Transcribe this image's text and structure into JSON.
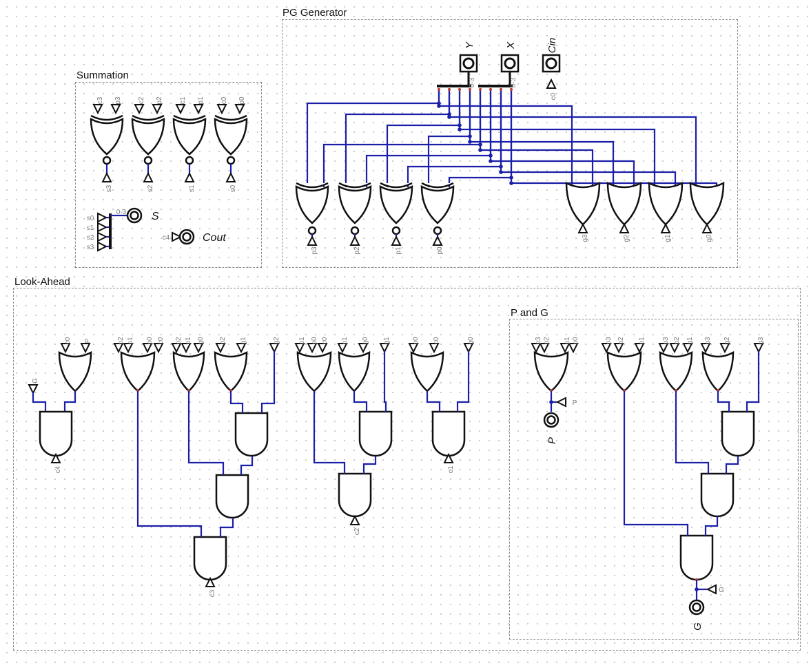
{
  "sections": {
    "pg": "PG  Generator",
    "sum": "Summation",
    "la": "Look-Ahead",
    "pandg": "P  and  G"
  },
  "io": {
    "y": "Y",
    "x": "X",
    "cin": "Cin",
    "s": "S",
    "cout": "Cout",
    "p": "P",
    "g": "G"
  },
  "pins": {
    "xor_out": [
      "p3",
      "p2",
      "p1",
      "p0"
    ],
    "and_out": [
      "g3",
      "g2",
      "g1",
      "g0"
    ],
    "c0": "c0",
    "ybits": "0-3",
    "xbits": "0-3",
    "sum_in": [
      [
        "c3",
        "p3"
      ],
      [
        "c2",
        "p2"
      ],
      [
        "c1",
        "p1"
      ],
      [
        "c0",
        "p0"
      ]
    ],
    "sum_out": [
      "s3",
      "s2",
      "s1",
      "s0"
    ],
    "bundle_in": [
      "s0",
      "s1",
      "s2",
      "s3"
    ],
    "bundle_out": "0-3",
    "c4": "c4",
    "la_c4": [
      "c0",
      "P",
      "G"
    ],
    "la_c3": [
      "p2",
      "p1",
      "p0",
      "c0",
      "p2",
      "p1",
      "g0",
      "p2",
      "g1",
      "g2"
    ],
    "la_c2": [
      "p1",
      "p0",
      "c0",
      "p1",
      "g0",
      "g1"
    ],
    "la_c1": [
      "p0",
      "c0",
      "g0"
    ],
    "la_out": [
      "c4",
      "c3",
      "c2",
      "c1"
    ],
    "pg_p_in": [
      "p3",
      "p2",
      "p1",
      "p0"
    ],
    "pg_g_in": [
      "p3",
      "p2",
      "p1",
      "g0",
      "p3",
      "p2",
      "g1",
      "p3",
      "g2",
      "g3"
    ],
    "p_tun": "P",
    "g_tun": "G"
  }
}
